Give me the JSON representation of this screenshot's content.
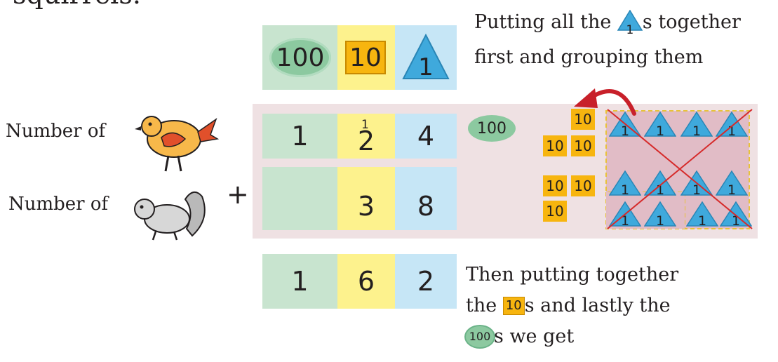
{
  "header": {
    "text": "squirrels."
  },
  "column_headers": {
    "hundreds": "100",
    "tens": "10",
    "ones": "1"
  },
  "rows": {
    "birds": {
      "label": "Number of",
      "hundreds": "1",
      "tens": "2",
      "ones": "4",
      "carry": "1"
    },
    "squirrels": {
      "label": "Number of",
      "hundreds": "",
      "tens": "3",
      "ones": "8"
    },
    "result": {
      "hundreds": "1",
      "tens": "6",
      "ones": "2"
    }
  },
  "operator": "+",
  "caption_top": {
    "line1_before": "Putting all the",
    "icon_value": "1",
    "line1_after": "s together",
    "line2": "first and grouping them"
  },
  "caption_bottom": {
    "line1": "Then putting together",
    "line2_before": "the",
    "icon_ten": "10",
    "line2_after": "s and lastly the",
    "icon_hundred": "100",
    "line3_after": "s we get"
  },
  "grouping": {
    "hundred_disc": "100",
    "ten_tiles": [
      "10",
      "10",
      "10",
      "10",
      "10",
      "10"
    ],
    "one_triangles": [
      "1",
      "1",
      "1",
      "1",
      "1",
      "1",
      "1",
      "1",
      "1",
      "1",
      "1",
      "1"
    ]
  },
  "colors": {
    "green": "#c8e4cf",
    "yellow": "#fdf28d",
    "blue": "#c6e6f6",
    "panel_pink": "#efe1e3",
    "ten_tile": "#f7b50f",
    "triangle": "#3fa9dc",
    "cross_red": "#d62a2a"
  }
}
